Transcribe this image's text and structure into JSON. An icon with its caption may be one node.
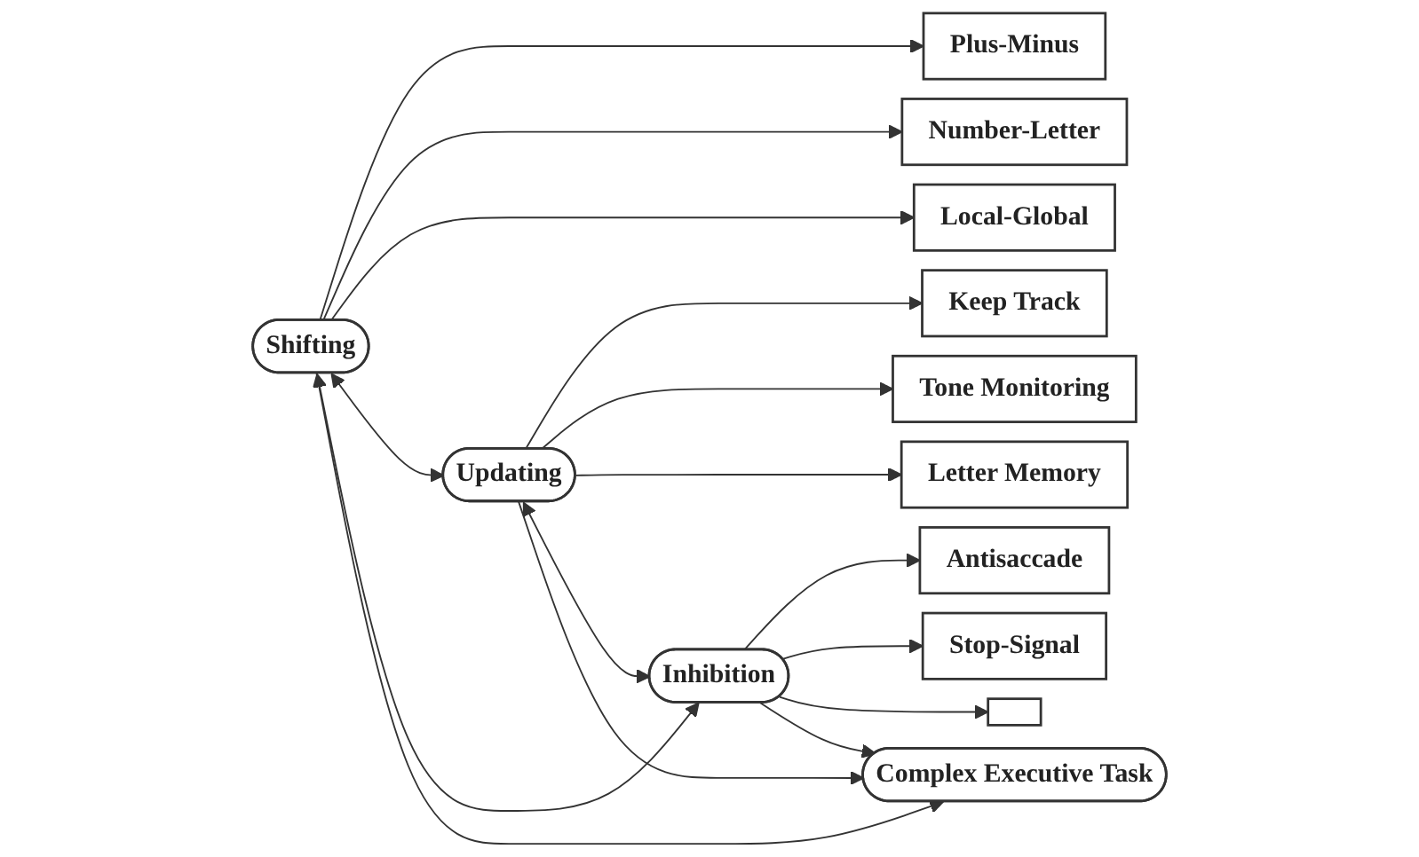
{
  "diagram": {
    "nodes": [
      {
        "text": [
          "Plus-Minus"
        ]
      },
      {
        "text": [
          "Number-Letter"
        ]
      },
      {
        "text": [
          "Local-Global"
        ]
      },
      {
        "text": [
          "Keep Track"
        ]
      },
      {
        "text": [
          "Tone Monitoring"
        ]
      },
      {
        "text": [
          "Letter Memory"
        ]
      },
      {
        "text": [
          "Antisaccade"
        ]
      },
      {
        "text": [
          "Stop-Signal"
        ]
      },
      {
        "text": [],
        "shape": "box"
      },
      {
        "text": [
          "Shifting"
        ]
      },
      {
        "text": [
          "Updating"
        ]
      },
      {
        "text": [
          "Inhibition"
        ]
      },
      {
        "text": [
          "Complex Executive Task"
        ]
      }
    ],
    "edges": [
      {
        "from": 9,
        "to": 0,
        "arrow": "to"
      },
      {
        "from": 9,
        "to": 1,
        "arrow": "to"
      },
      {
        "from": 9,
        "to": 2,
        "arrow": "to"
      },
      {
        "from": 10,
        "to": 3,
        "arrow": "to"
      },
      {
        "from": 10,
        "to": 4,
        "arrow": "to"
      },
      {
        "from": 10,
        "to": 5,
        "arrow": "to"
      },
      {
        "from": 11,
        "to": 6,
        "arrow": "to"
      },
      {
        "from": 11,
        "to": 7,
        "arrow": "to"
      },
      {
        "from": 11,
        "to": 8,
        "arrow": "to"
      },
      {
        "from": 9,
        "to": 10,
        "arrow": "both"
      },
      {
        "from": 10,
        "to": 11,
        "arrow": "both"
      },
      {
        "from": 9,
        "to": 11,
        "arrow": "both"
      },
      {
        "from": 9,
        "to": 12,
        "arrow": "to"
      },
      {
        "from": 10,
        "to": 12,
        "arrow": "to"
      },
      {
        "from": 11,
        "to": 12,
        "arrow": "to"
      }
    ]
  }
}
